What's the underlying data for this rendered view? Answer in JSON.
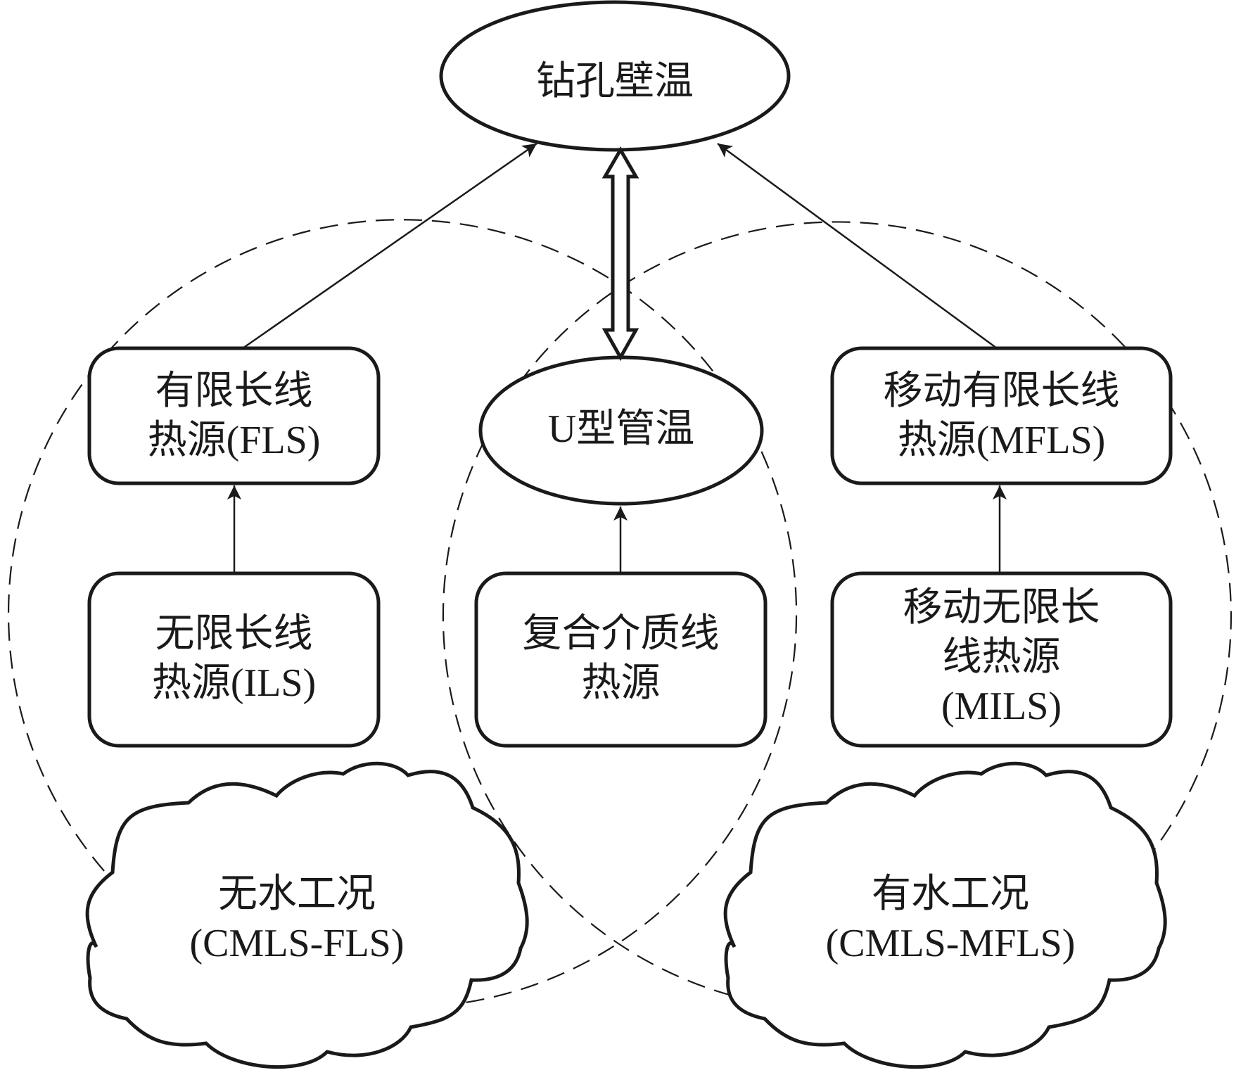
{
  "colors": {
    "stroke": "#1a1a1a",
    "background": "#ffffff"
  },
  "nodes": {
    "borehole_wall_temp": {
      "shape": "ellipse",
      "lines": [
        "钻孔壁温"
      ]
    },
    "u_tube_temp": {
      "shape": "ellipse",
      "lines": [
        "U型管温"
      ]
    },
    "fls": {
      "shape": "rounded-rect",
      "lines": [
        "有限长线",
        "热源(FLS)"
      ]
    },
    "ils": {
      "shape": "rounded-rect",
      "lines": [
        "无限长线",
        "热源(ILS)"
      ]
    },
    "cmls": {
      "shape": "rounded-rect",
      "lines": [
        "复合介质线",
        "热源"
      ]
    },
    "mfls": {
      "shape": "rounded-rect",
      "lines": [
        "移动有限长线",
        "热源(MFLS)"
      ]
    },
    "mils": {
      "shape": "rounded-rect",
      "lines": [
        "移动无限长",
        "线热源",
        "(MILS)"
      ]
    },
    "dry_condition": {
      "shape": "cloud",
      "lines": [
        "无水工况",
        "(CMLS-FLS)"
      ]
    },
    "wet_condition": {
      "shape": "cloud",
      "lines": [
        "有水工况",
        "(CMLS-MFLS)"
      ]
    }
  },
  "edges": [
    {
      "from": "fls",
      "to": "borehole_wall_temp",
      "style": "single-arrow"
    },
    {
      "from": "mfls",
      "to": "borehole_wall_temp",
      "style": "single-arrow"
    },
    {
      "from": "u_tube_temp",
      "to": "borehole_wall_temp",
      "style": "double-hollow-arrow"
    },
    {
      "from": "ils",
      "to": "fls",
      "style": "single-arrow"
    },
    {
      "from": "cmls",
      "to": "u_tube_temp",
      "style": "single-arrow"
    },
    {
      "from": "mils",
      "to": "mfls",
      "style": "single-arrow"
    }
  ],
  "groups": [
    {
      "name": "dry-condition-region",
      "members": [
        "fls",
        "ils",
        "u_tube_temp",
        "cmls",
        "dry_condition"
      ],
      "style": "dashed-circle"
    },
    {
      "name": "wet-condition-region",
      "members": [
        "mfls",
        "mils",
        "u_tube_temp",
        "cmls",
        "wet_condition"
      ],
      "style": "dashed-circle"
    }
  ]
}
